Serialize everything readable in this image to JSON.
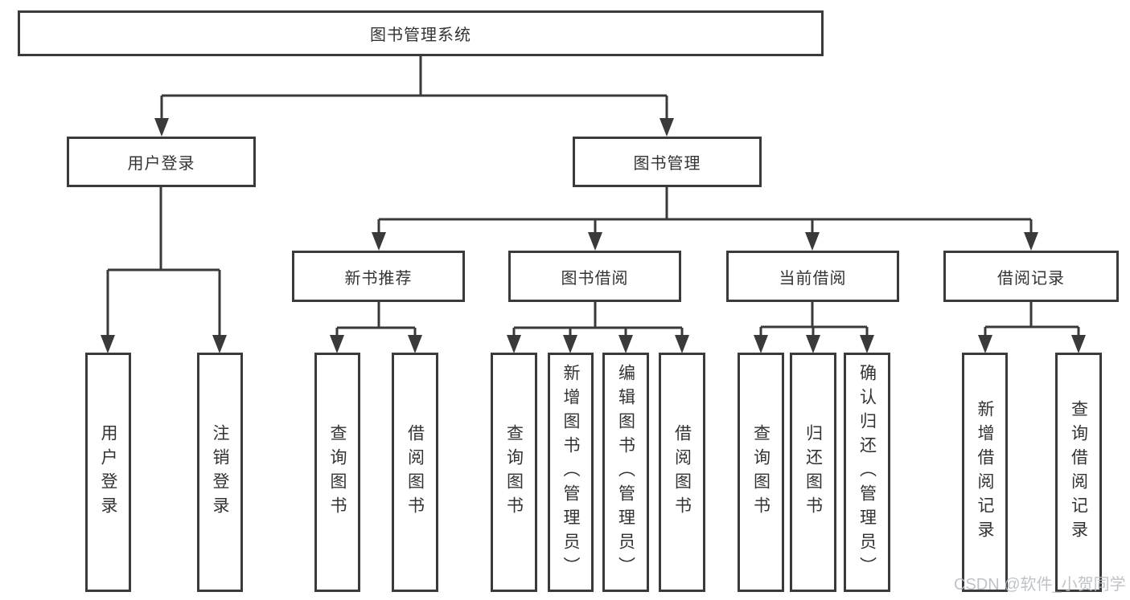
{
  "diagram": {
    "title": "图书管理系统",
    "nodes": {
      "root": {
        "label": "图书管理系统"
      },
      "user_login": {
        "label": "用户登录"
      },
      "book_mgmt": {
        "label": "图书管理"
      },
      "new_books": {
        "label": "新书推荐"
      },
      "book_borrow": {
        "label": "图书借阅"
      },
      "current_borrow": {
        "label": "当前借阅"
      },
      "borrow_records": {
        "label": "借阅记录"
      },
      "leaf_user_login": {
        "label": "用户登录"
      },
      "leaf_logout": {
        "label": "注销登录"
      },
      "leaf_nb_query_books": {
        "label": "查询图书"
      },
      "leaf_nb_borrow_books": {
        "label": "借阅图书"
      },
      "leaf_bb_query_books": {
        "label": "查询图书"
      },
      "leaf_bb_add_books": {
        "label": "新增图书（管理员）"
      },
      "leaf_bb_edit_books": {
        "label": "编辑图书（管理员）"
      },
      "leaf_bb_borrow_books": {
        "label": "借阅图书"
      },
      "leaf_cb_query_books": {
        "label": "查询图书"
      },
      "leaf_cb_return_books": {
        "label": "归还图书"
      },
      "leaf_cb_confirm_return": {
        "label": "确认归还（管理员）"
      },
      "leaf_br_add_record": {
        "label": "新增借阅记录"
      },
      "leaf_br_query_record": {
        "label": "查询借阅记录"
      }
    },
    "edges": [
      {
        "from": "root",
        "to": [
          "user_login",
          "book_mgmt"
        ]
      },
      {
        "from": "user_login",
        "to": [
          "leaf_user_login",
          "leaf_logout"
        ]
      },
      {
        "from": "book_mgmt",
        "to": [
          "new_books",
          "book_borrow",
          "current_borrow",
          "borrow_records"
        ]
      },
      {
        "from": "new_books",
        "to": [
          "leaf_nb_query_books",
          "leaf_nb_borrow_books"
        ]
      },
      {
        "from": "book_borrow",
        "to": [
          "leaf_bb_query_books",
          "leaf_bb_add_books",
          "leaf_bb_edit_books",
          "leaf_bb_borrow_books"
        ]
      },
      {
        "from": "current_borrow",
        "to": [
          "leaf_cb_query_books",
          "leaf_cb_return_books",
          "leaf_cb_confirm_return"
        ]
      },
      {
        "from": "borrow_records",
        "to": [
          "leaf_br_add_record",
          "leaf_br_query_record"
        ]
      }
    ]
  },
  "watermark": {
    "text": "CSDN @软件_小贺同学"
  },
  "colors": {
    "line": "#3a3a3a",
    "node_border": "#3a3a3a",
    "text": "#333333",
    "watermark": "#b9bdc4",
    "background": "#ffffff"
  }
}
